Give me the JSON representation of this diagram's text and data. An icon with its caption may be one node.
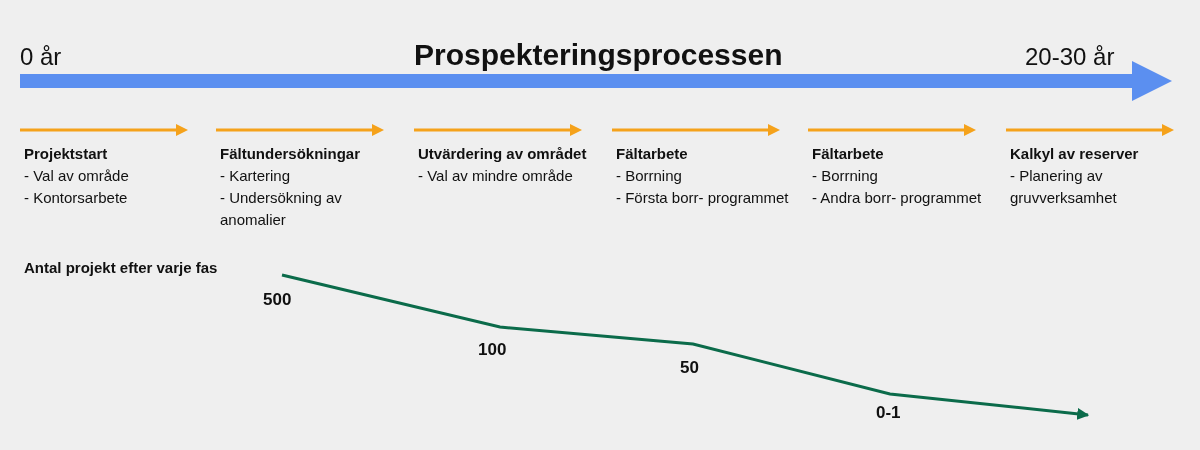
{
  "diagram": {
    "title": "Prospekteringsprocessen",
    "nodes": [
      {
        "text": [
          "Projektstart",
          "- Val av område",
          "- Kontorsarbete"
        ]
      },
      {
        "text": [
          "Fältundersökningar",
          "- Kartering",
          "- Undersökning av anomalier"
        ]
      },
      {
        "text": [
          "Utvärdering av området",
          "- Val av mindre område"
        ]
      },
      {
        "text": [
          "Fältarbete",
          "- Borrning",
          "- Första borr- programmet"
        ]
      },
      {
        "text": [
          "Fältarbete",
          "- Borrning",
          "- Andra borr- programmet"
        ]
      },
      {
        "text": [
          "Kalkyl av reserver",
          "- Planering av gruvverksamhet"
        ]
      }
    ],
    "edges": [],
    "labels": [
      "0 år",
      "20-30 år",
      "Antal projekt efter varje fas",
      "500",
      "100",
      "50",
      "0-1"
    ]
  }
}
